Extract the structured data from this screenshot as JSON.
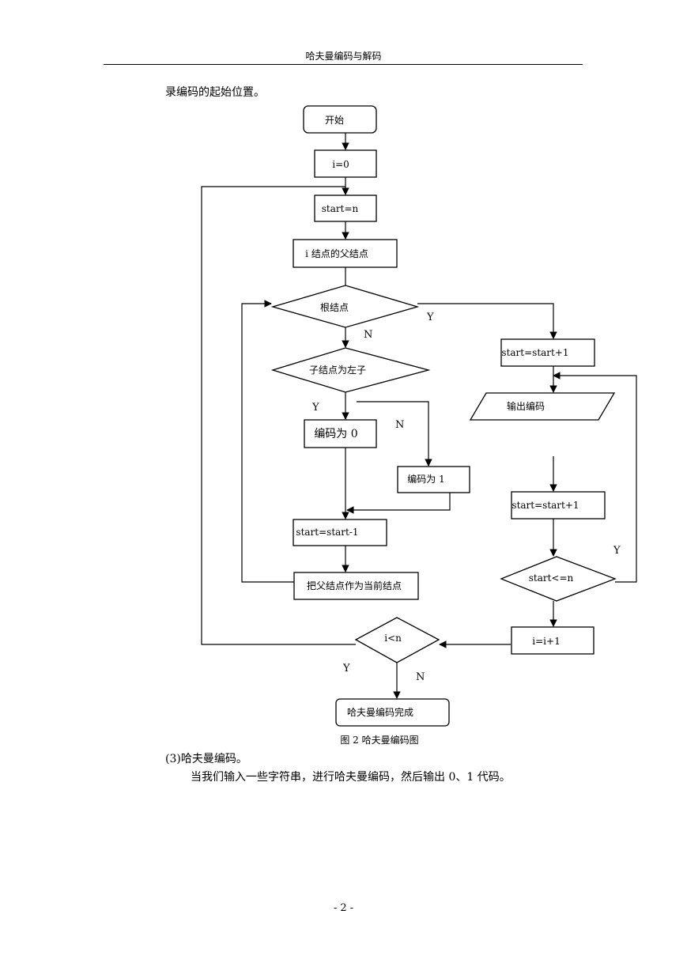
{
  "header": {
    "title": "哈夫曼编码与解码"
  },
  "intro_text": "录编码的起始位置。",
  "flowchart": {
    "start": "开始",
    "init_i": "i=0",
    "init_start": "start=n",
    "parent": "i 结点的父结点",
    "is_root": "根结点",
    "is_left": "子结点为左子",
    "code0": "编码为 0",
    "code1": "编码为 1",
    "dec_start": "start=start-1",
    "set_current": "把父结点作为当前结点",
    "inc_start_a": "start=start+1",
    "output": "输出编码",
    "inc_start_b": "start=start+1",
    "check_start": "start<=n",
    "inc_i": "i=i+1",
    "check_i": "i<n",
    "done": "哈夫曼编码完成",
    "yes": "Y",
    "no": "N"
  },
  "caption": "图 2 哈夫曼编码图",
  "section_title": "(3)哈夫曼编码。",
  "paragraph": "当我们输入一些字符串，进行哈夫曼编码，然后输出 0、1 代码。",
  "page_number": "- 2 -"
}
